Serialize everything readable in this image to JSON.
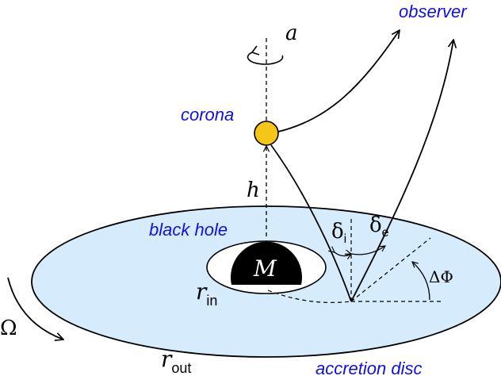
{
  "labels": {
    "observer": "observer",
    "corona": "corona",
    "black_hole": "black hole",
    "accretion_disc": "accretion disc",
    "spin": "a",
    "height": "h",
    "mass": "M",
    "r_in_base": "r",
    "r_in_sub": "in",
    "r_out_base": "r",
    "r_out_sub": "out",
    "omega": "Ω",
    "delta_i_base": "δ",
    "delta_i_sub": "i",
    "delta_e_base": "δ",
    "delta_e_sub": "e",
    "delta_phi": "ΔΦ"
  },
  "colors": {
    "disc_fill": "#d6ebfb",
    "label_blue": "#1111dd",
    "corona_fill": "#f5c518",
    "black_hole": "#000000",
    "line": "#000000"
  }
}
